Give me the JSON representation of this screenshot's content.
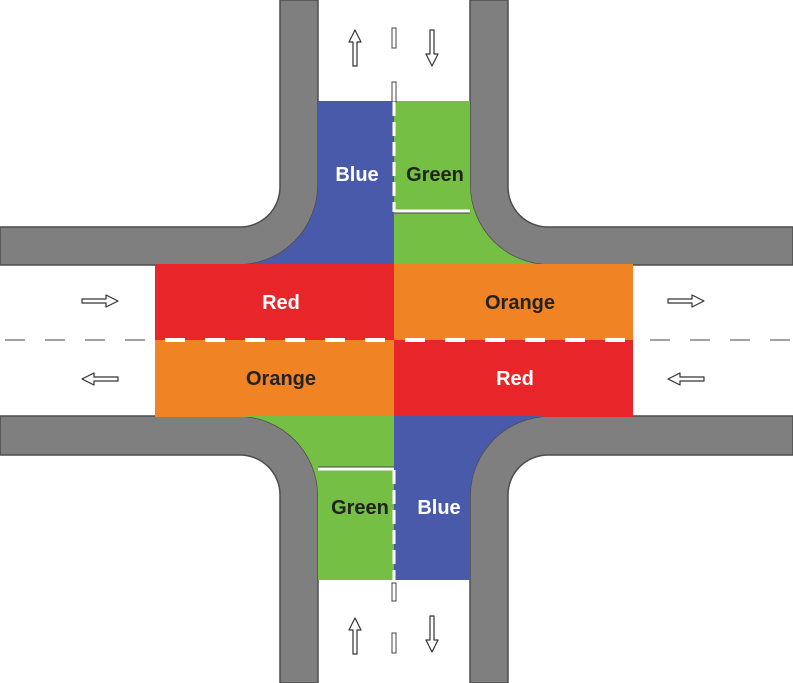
{
  "colors": {
    "background": "#ffffff",
    "curb": "#7f7f7f",
    "outline": "#4d4d4d",
    "blue": "#4a5aaa",
    "green": "#74bf44",
    "red": "#e8262a",
    "orange": "#f08424",
    "light_text": "#ffffff",
    "dark_text": "#222222"
  },
  "zones": {
    "north_left": "Blue",
    "north_right": "Green",
    "west_top": "Red",
    "east_top": "Orange",
    "west_bottom": "Orange",
    "east_bottom": "Red",
    "south_left": "Green",
    "south_right": "Blue"
  },
  "arrows": {
    "north_left": "up-arrow-icon",
    "north_right": "down-arrow-icon",
    "south_left": "up-arrow-icon",
    "south_right": "down-arrow-icon",
    "west_top": "right-arrow-icon",
    "west_bottom": "left-arrow-icon",
    "east_top": "right-arrow-icon",
    "east_bottom": "left-arrow-icon"
  }
}
